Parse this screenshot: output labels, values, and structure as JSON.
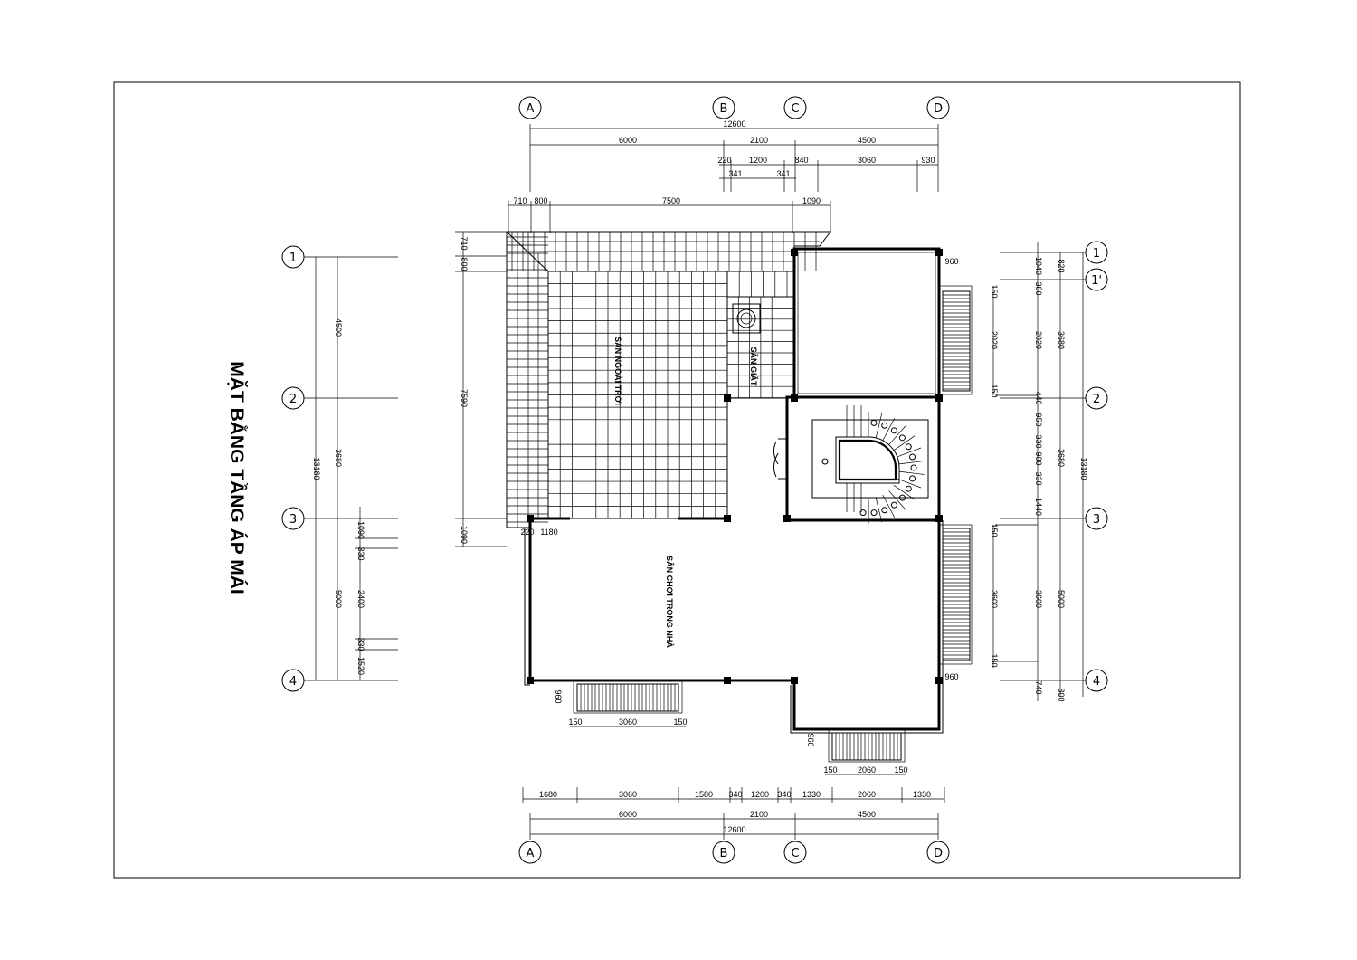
{
  "title": "MẶT BẰNG TẦNG ÁP MÁI",
  "rooms": {
    "outdoor": "SÂN NGOÀI TRỜI",
    "laundry": "SÂN GIẶT",
    "indoor": "SÂN CHƠI TRONG NHÀ"
  },
  "grid_top": [
    "A",
    "B",
    "C",
    "D"
  ],
  "grid_bottom": [
    "A",
    "B",
    "C",
    "D"
  ],
  "grid_left": [
    "1",
    "2",
    "3",
    "4"
  ],
  "grid_right": [
    "1",
    "1'",
    "2",
    "3",
    "4"
  ],
  "dims": {
    "total_w": "12600",
    "ab": "6000",
    "bc": "2100",
    "cd": "4500",
    "top3": [
      "220",
      "1200",
      "840",
      "3060",
      "930"
    ],
    "top3b": [
      "341",
      "341"
    ],
    "top4": [
      "710",
      "800",
      "7500",
      "1090"
    ],
    "bottom1": [
      "1680",
      "3060",
      "1580",
      "340",
      "1200",
      "340",
      "1330",
      "2060",
      "1330"
    ],
    "left_outer": "13180",
    "left_mid": [
      "4500",
      "3680",
      "5000"
    ],
    "left_inner": [
      "1090",
      "330",
      "2400",
      "330",
      "1520"
    ],
    "left_roof": [
      "710",
      "800",
      "7590",
      "1090"
    ],
    "right_outer": "13180",
    "right_mid": [
      "3680",
      "3680",
      "5000"
    ],
    "right_inner": [
      "1040",
      "820",
      "380",
      "2020",
      "440",
      "950",
      "330",
      "900",
      "330",
      "1440",
      "3600",
      "740",
      "800"
    ],
    "balcony_top": [
      "960",
      "150",
      "2020",
      "150"
    ],
    "balcony_right": [
      "150",
      "3600",
      "150",
      "960"
    ],
    "balcony_bottom": [
      "960",
      "150",
      "3060",
      "150"
    ],
    "balcony_bottom2": [
      "960",
      "150",
      "2060",
      "150"
    ],
    "misc": [
      "220",
      "1180"
    ]
  }
}
